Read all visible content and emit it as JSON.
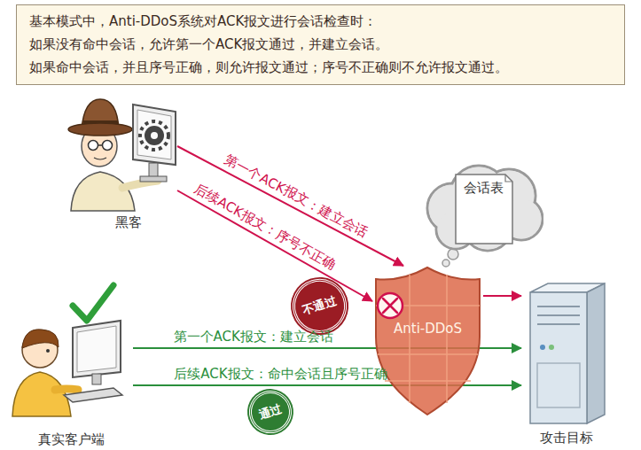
{
  "diagram": {
    "nodes": [
      {
        "text": [
          "基本模式中，Anti-DDoS系统对ACK报文进行会话检查时：",
          "如果没有命中会话，允许第一个ACK报文通过，并建立会话。",
          "如果命中会话，并且序号正确，则允许报文通过；序号不正确则不允许报文通过。"
        ]
      },
      {
        "text": [
          "黑客"
        ]
      },
      {
        "text": [
          "会话表"
        ]
      },
      {
        "text": [
          "不通过"
        ]
      },
      {
        "text": [
          "Anti-DDoS"
        ]
      },
      {
        "text": [
          "真实客户端"
        ]
      },
      {
        "text": [
          "攻击目标"
        ]
      },
      {
        "text": [
          "通过"
        ]
      }
    ],
    "edges": [
      {
        "from": 1,
        "to": 4,
        "label": "第一个ACK报文：建立会话",
        "arrow": "to"
      },
      {
        "from": 1,
        "to": 4,
        "label": "后续ACK报文：序号不正确",
        "arrow": "to"
      },
      {
        "from": 4,
        "to": 6,
        "arrow": "to"
      },
      {
        "from": 5,
        "to": 6,
        "label": "第一个ACK报文：建立会话",
        "arrow": "to"
      },
      {
        "from": 5,
        "to": 6,
        "label": "后续ACK报文：命中会话且序号正确",
        "arrow": "to"
      }
    ]
  }
}
